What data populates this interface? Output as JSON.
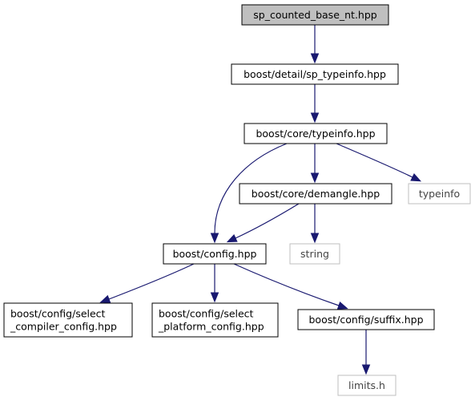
{
  "diagram": {
    "colors": {
      "edge": "#191970",
      "root_fill": "#bfbfbf",
      "node_border": "#000000",
      "external_border": "#bfbfbf",
      "external_text": "#444444"
    },
    "nodes": {
      "sp_counted_base_nt": {
        "lines": [
          "sp_counted_base_nt.hpp"
        ],
        "kind": "root"
      },
      "sp_typeinfo": {
        "lines": [
          "boost/detail/sp_typeinfo.hpp"
        ],
        "kind": "file"
      },
      "core_typeinfo": {
        "lines": [
          "boost/core/typeinfo.hpp"
        ],
        "kind": "file"
      },
      "core_demangle": {
        "lines": [
          "boost/core/demangle.hpp"
        ],
        "kind": "file"
      },
      "typeinfo": {
        "lines": [
          "typeinfo"
        ],
        "kind": "external"
      },
      "config": {
        "lines": [
          "boost/config.hpp"
        ],
        "kind": "file"
      },
      "string": {
        "lines": [
          "string"
        ],
        "kind": "external"
      },
      "select_compiler_config": {
        "lines": [
          "boost/config/select",
          "_compiler_config.hpp"
        ],
        "kind": "file"
      },
      "select_platform_config": {
        "lines": [
          "boost/config/select",
          "_platform_config.hpp"
        ],
        "kind": "file"
      },
      "suffix": {
        "lines": [
          "boost/config/suffix.hpp"
        ],
        "kind": "file"
      },
      "limits_h": {
        "lines": [
          "limits.h"
        ],
        "kind": "external"
      }
    },
    "edges": [
      {
        "from": "sp_counted_base_nt",
        "to": "sp_typeinfo"
      },
      {
        "from": "sp_typeinfo",
        "to": "core_typeinfo"
      },
      {
        "from": "core_typeinfo",
        "to": "config"
      },
      {
        "from": "core_typeinfo",
        "to": "core_demangle"
      },
      {
        "from": "core_typeinfo",
        "to": "typeinfo"
      },
      {
        "from": "core_demangle",
        "to": "config"
      },
      {
        "from": "core_demangle",
        "to": "string"
      },
      {
        "from": "config",
        "to": "select_compiler_config"
      },
      {
        "from": "config",
        "to": "select_platform_config"
      },
      {
        "from": "config",
        "to": "suffix"
      },
      {
        "from": "suffix",
        "to": "limits_h"
      }
    ]
  }
}
